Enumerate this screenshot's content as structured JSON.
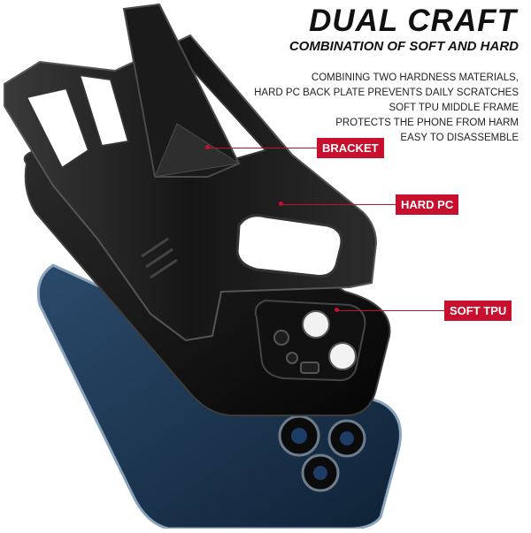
{
  "heading": {
    "title": "DUAL CRAFT",
    "subtitle": "COMBINATION OF SOFT AND HARD"
  },
  "description": [
    "COMBINING TWO HARDNESS MATERIALS,",
    "HARD PC BACK PLATE PREVENTS DAILY SCRATCHES",
    "SOFT TPU MIDDLE FRAME",
    "PROTECTS THE PHONE FROM HARM",
    "EASY TO DISASSEMBLE"
  ],
  "callouts": {
    "bracket": "BRACKET",
    "hard_pc": "HARD PC",
    "soft_tpu": "SOFT TPU"
  },
  "colors": {
    "accent": "#c8102e",
    "case_black": "#111111",
    "phone_blue": "#1d3a56"
  }
}
